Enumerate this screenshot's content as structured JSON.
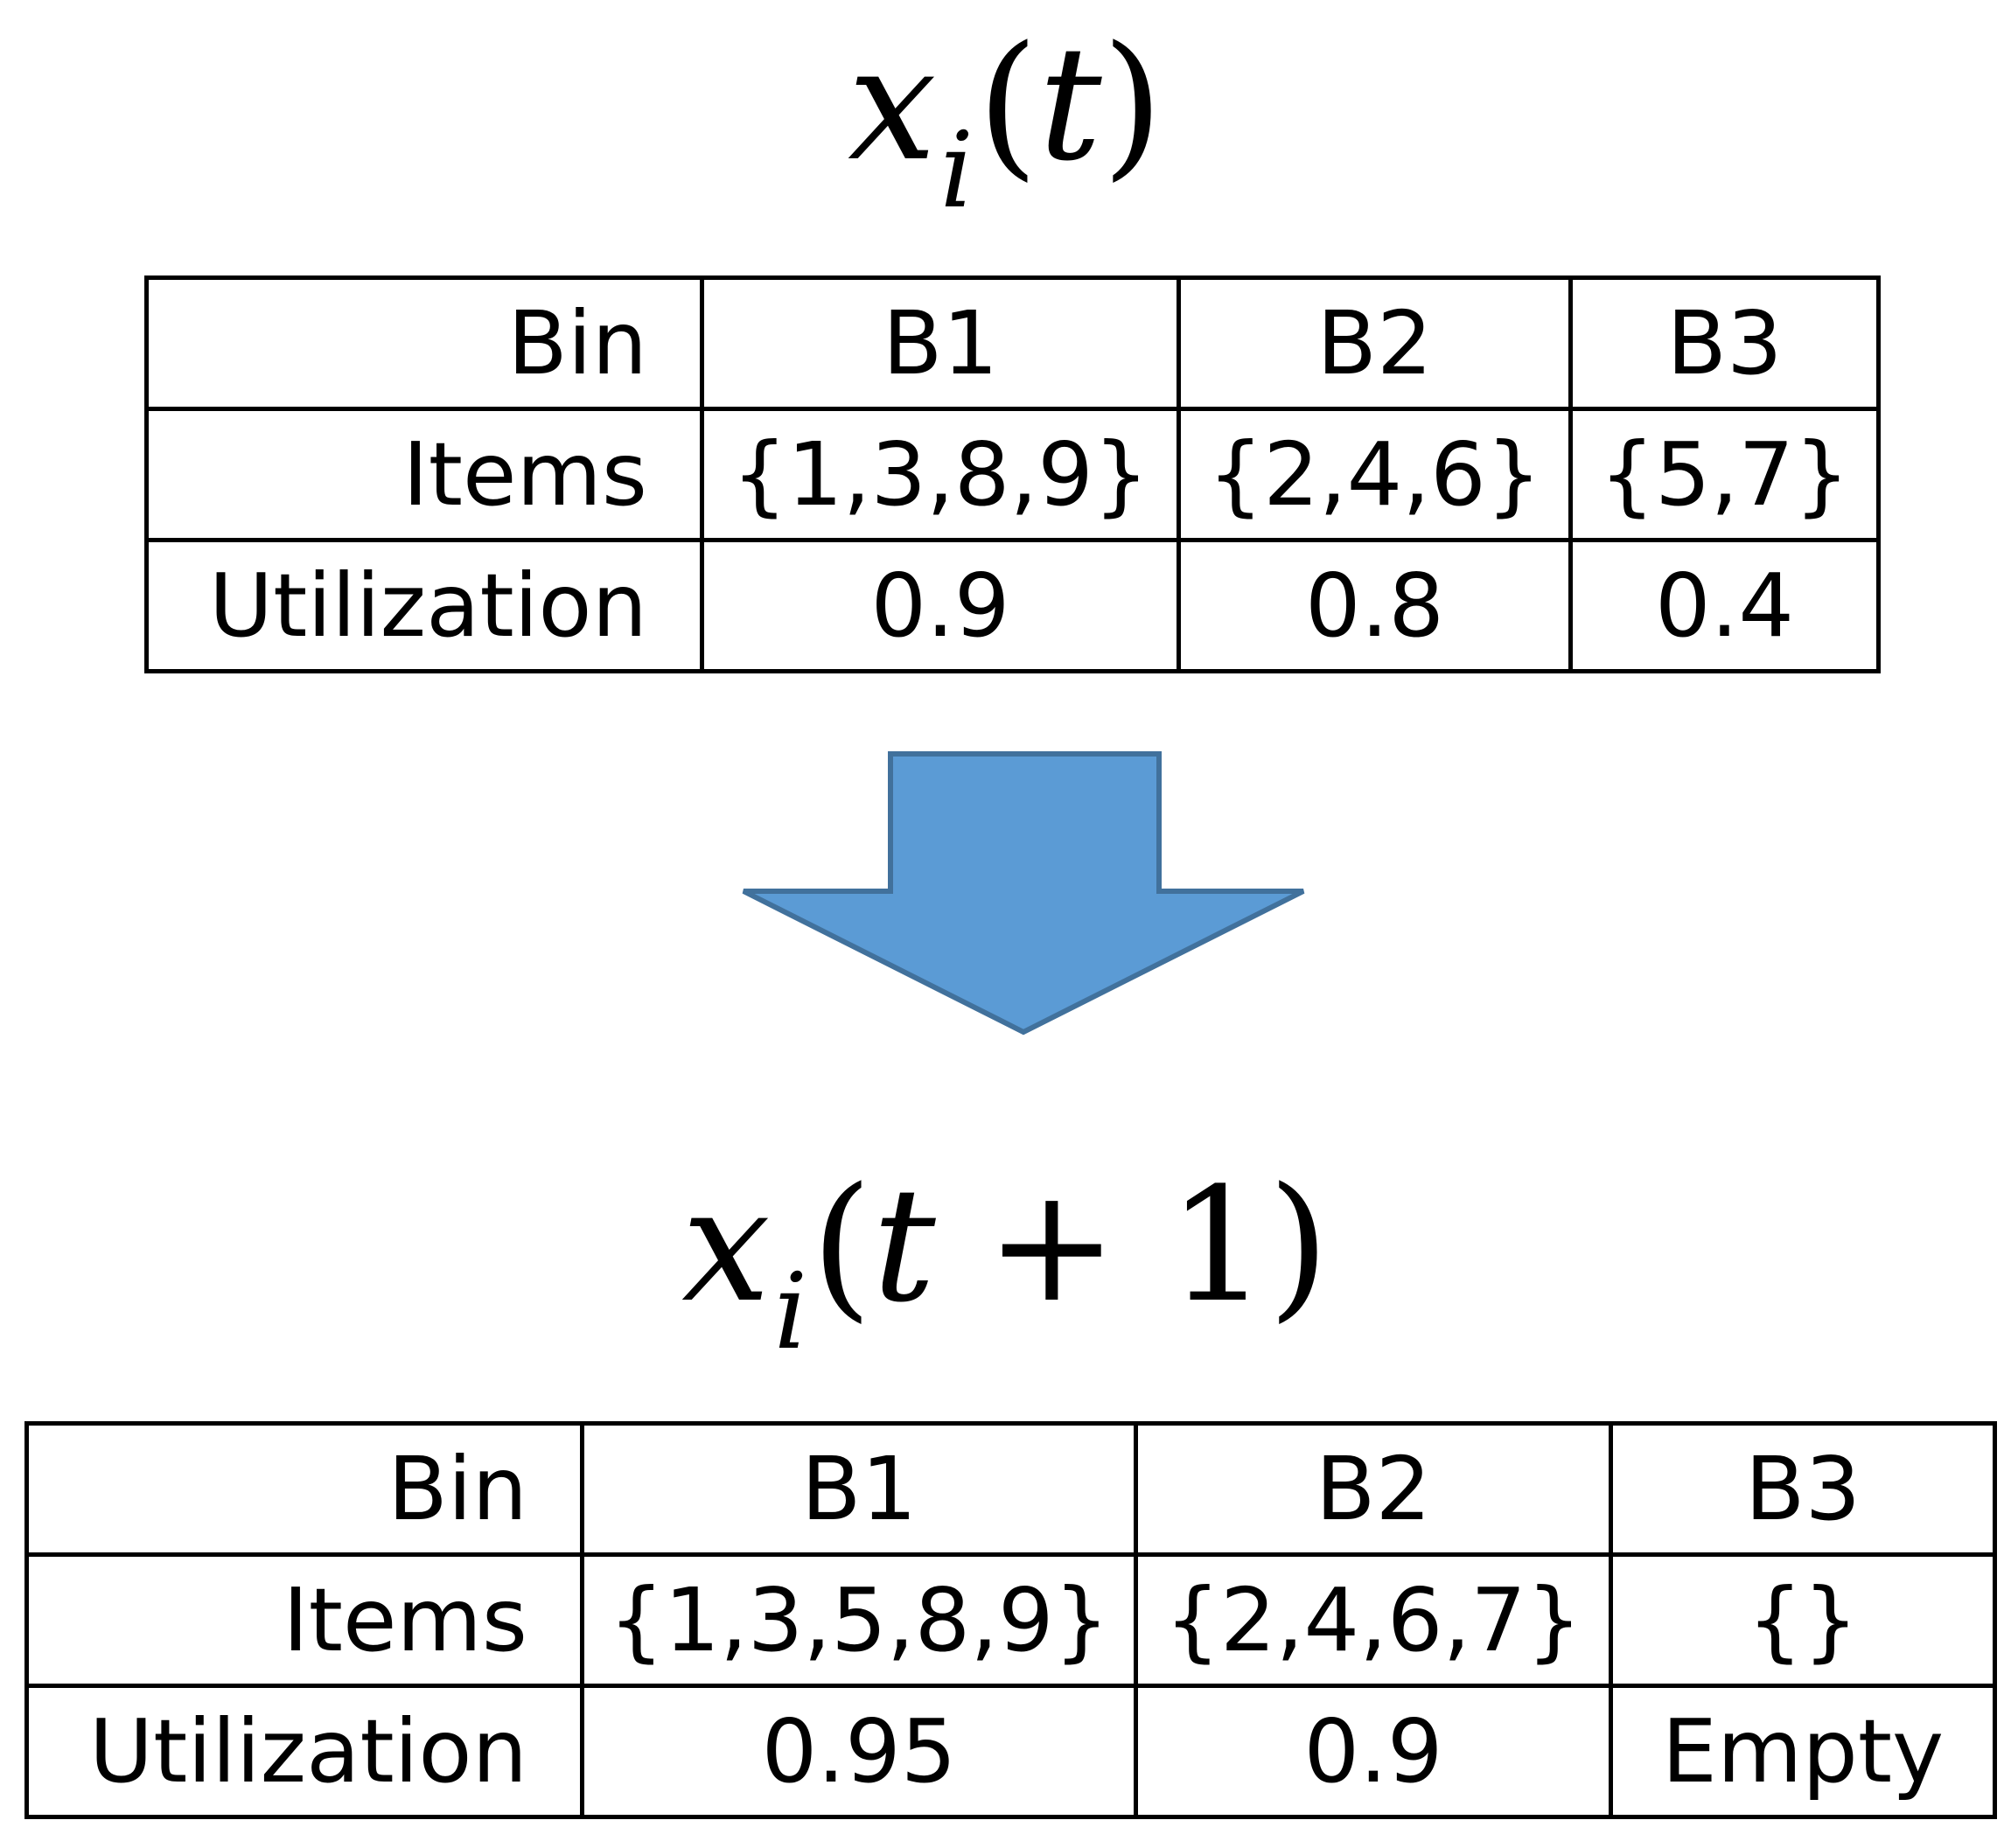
{
  "states": [
    {
      "label": {
        "var": "x",
        "sub": "i",
        "arg": "t"
      },
      "table": {
        "row_labels": [
          "Bin",
          "Items",
          "Utilization"
        ],
        "bins": [
          "B1",
          "B2",
          "B3"
        ],
        "items": [
          "{1,3,8,9}",
          "{2,4,6}",
          "{5,7}"
        ],
        "utilization": [
          "0.9",
          "0.8",
          "0.4"
        ]
      }
    },
    {
      "label": {
        "var": "x",
        "sub": "i",
        "arg": "t",
        "op": "+",
        "num": "1"
      },
      "table": {
        "row_labels": [
          "Bin",
          "Items",
          "Utilization"
        ],
        "bins": [
          "B1",
          "B2",
          "B3"
        ],
        "items": [
          "{1,3,5,8,9}",
          "{2,4,6,7}",
          "{}"
        ],
        "utilization": [
          "0.95",
          "0.9",
          "Empty"
        ]
      }
    }
  ],
  "colors": {
    "arrow_fill": "#5b9bd5",
    "arrow_stroke": "#41719c",
    "border": "#000000"
  },
  "icons": {
    "transition": "down-arrow-icon"
  }
}
